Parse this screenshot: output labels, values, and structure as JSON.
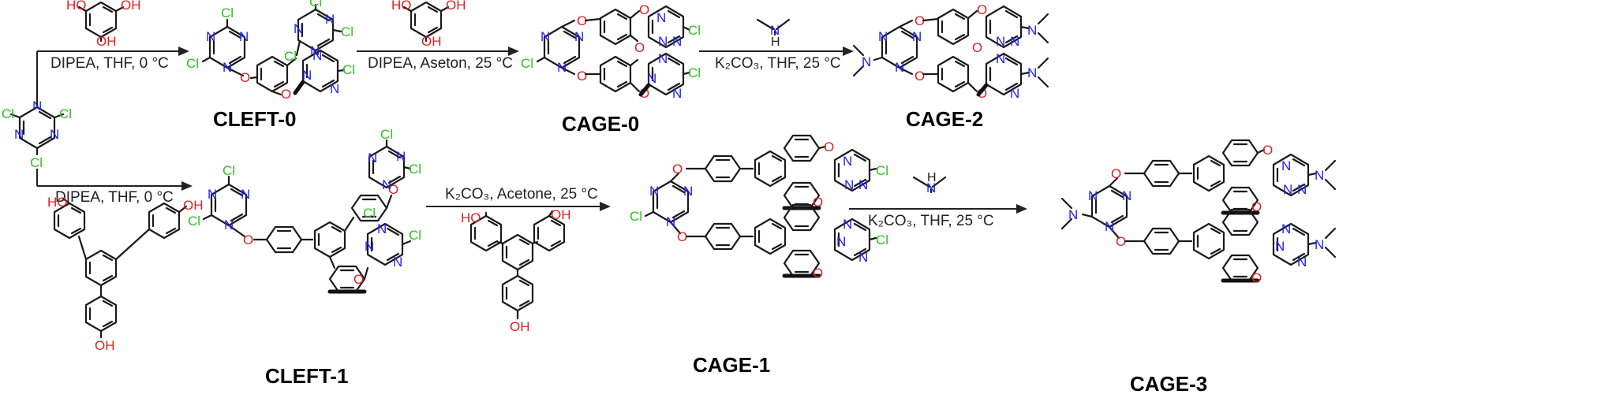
{
  "compounds": {
    "cleft0": "CLEFT-0",
    "cage0": "CAGE-0",
    "cage2": "CAGE-2",
    "cleft1": "CLEFT-1",
    "cage1": "CAGE-1",
    "cage3": "CAGE-3"
  },
  "conditions": {
    "step1_top": "DIPEA, THF, 0 °C",
    "step2_top": "DIPEA, Aseton, 25 °C",
    "step3_top": "K₂CO₃, THF, 25 °C",
    "step1_bottom": "DIPEA, THF, 0 °C",
    "step2_bottom": "K₂CO₃, Acetone, 25 °C",
    "step3_bottom": "K₂CO₃, THF, 25 °C"
  },
  "atoms": {
    "N": "N",
    "Cl": "Cl",
    "O": "O",
    "OH": "OH",
    "HO": "HO",
    "H": "H"
  },
  "colors": {
    "nitrogen": "#2222ee",
    "chlorine": "#2fbf1f",
    "oxygen": "#dd2222",
    "bond": "#1a1a1a"
  }
}
